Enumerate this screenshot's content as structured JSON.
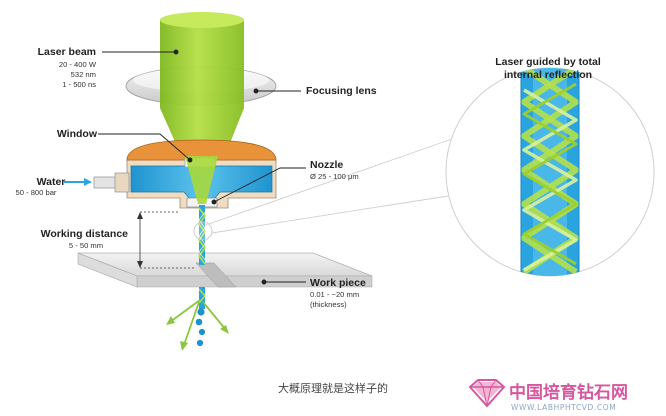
{
  "labels": {
    "laser_beam": "Laser beam",
    "laser_power": "20 - 400 W",
    "laser_wavelength": "532 nm",
    "laser_pulse": "1 - 500 ns",
    "focusing_lens": "Focusing lens",
    "window": "Window",
    "water": "Water",
    "water_pressure": "50 - 800 bar",
    "nozzle": "Nozzle",
    "nozzle_diameter": "Ø 25 - 100 μm",
    "working_distance": "Working distance",
    "working_distance_range": "5 - 50 mm",
    "work_piece": "Work piece",
    "work_piece_thickness": "0.01 - ~20 mm",
    "work_piece_note": "(thickness)",
    "inset_title_line1": "Laser guided by total",
    "inset_title_line2": "internal reflection"
  },
  "caption": "大概原理就是这样子的",
  "watermark": {
    "text": "中国培育钻石网",
    "url": "WWW.LABHPHTCVD.COM"
  },
  "colors": {
    "laser_green": "#9ccf2e",
    "water_blue": "#2aa4df",
    "nozzle_orange": "#e8923a",
    "housing_tan": "#f1dcc0",
    "watermark_pink": "#d6579e"
  }
}
